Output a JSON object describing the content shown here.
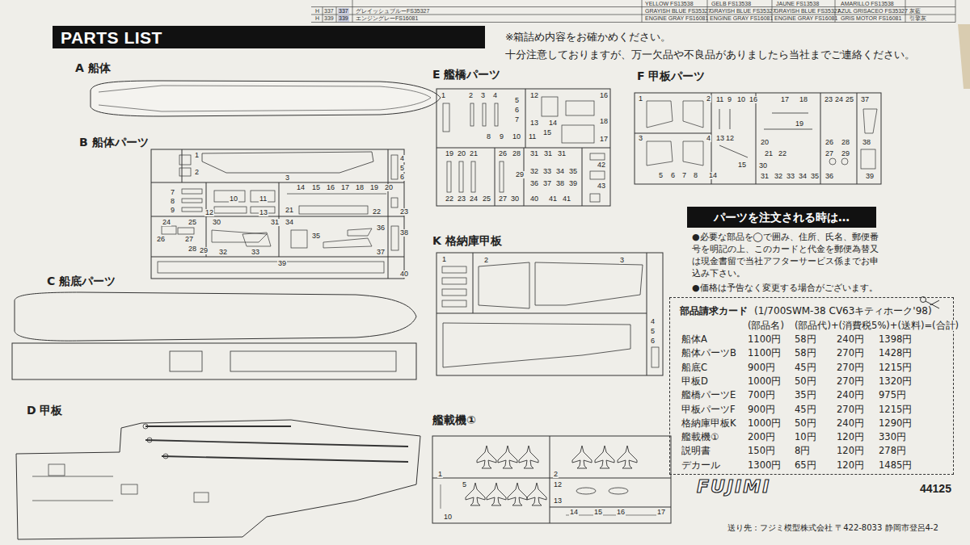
{
  "diagram": {
    "nodes": [
      {
        "text": [
          "PARTS LIST"
        ]
      },
      {
        "text": [
          "パーツを注文される時は…"
        ]
      },
      {
        "text": [
          "部品請求カード",
          "(1/700SWM-38 CV63キティホーク'98)"
        ]
      }
    ],
    "labels": [
      "YELLOW FS13538",
      "GELB FS13538",
      "JAUNE FS13538",
      "AMARILLO FS13538",
      "H",
      "337",
      "337",
      "グレイッシュブルーFS35327",
      "GRAYISH BLUE FS35327",
      "GRAYISH BLUE FS35327",
      "GRAYISH BLUE FS35327",
      "AZUL GRISACEO FS35327",
      "灰藍",
      "H",
      "339",
      "339",
      "エンジングレーFS16081",
      "ENGINE GRAY FS16081",
      "ENGINE GRAY FS16081",
      "ENGINE GRAY FS16081",
      "GRIS MOTOR FS16081",
      "引擎灰",
      "※箱詰め内容をお確かめください。",
      "十分注意しておりますが、万一欠品や不良品がありましたら当社までご連絡ください。",
      "A 船体",
      "B 船体パーツ",
      "C 船底パーツ",
      "D 甲板",
      "E 艦橋パーツ",
      "F 甲板パーツ",
      "K 格納庫甲板",
      "艦載機①",
      "1",
      "2",
      "3",
      "4",
      "5",
      "6",
      "7",
      "8",
      "9",
      "10",
      "11",
      "12",
      "13",
      "14",
      "15",
      "16",
      "17",
      "18",
      "19",
      "20",
      "21",
      "22",
      "23",
      "24",
      "25",
      "26",
      "27",
      "28",
      "29",
      "30",
      "31",
      "32",
      "33",
      "34",
      "35",
      "36",
      "37",
      "38",
      "39",
      "40",
      "1",
      "2",
      "3",
      "4",
      "5",
      "6",
      "7",
      "8",
      "9",
      "10",
      "11",
      "12",
      "13",
      "14",
      "15",
      "16",
      "17",
      "18",
      "19",
      "20",
      "21",
      "22",
      "23",
      "24",
      "25",
      "26",
      "27",
      "28",
      "29",
      "30",
      "31",
      "31",
      "31",
      "32",
      "33",
      "34",
      "35",
      "36",
      "37",
      "38",
      "39",
      "40",
      "41",
      "41",
      "42",
      "43",
      "1",
      "2",
      "3",
      "4",
      "5",
      "6",
      "7",
      "8",
      "9",
      "10",
      "11",
      "12",
      "13",
      "14",
      "15",
      "16",
      "17",
      "18",
      "19",
      "20",
      "21",
      "22",
      "23",
      "24",
      "25",
      "26",
      "27",
      "28",
      "29",
      "30",
      "31",
      "32",
      "33",
      "34",
      "35",
      "36",
      "37",
      "38",
      "39",
      "1",
      "2",
      "3",
      "4",
      "5",
      "6",
      "1",
      "2",
      "5",
      "10",
      "12",
      "13",
      "14",
      "15",
      "16",
      "17",
      "●必要な部品を◯で囲み、住所、氏名、郵便番号を明記の上、このカードと代金を郵便為替又は現金書留で当社アフターサービス係までお申込み下さい。",
      "●価格は予告なく変更する場合がございます。",
      "(部品名)",
      "(部品代)+(消費税5%)+(送料)=(合計)",
      "船体A",
      "1100円",
      "58円",
      "240円",
      "1398円",
      "船体パーツB",
      "1100円",
      "58円",
      "270円",
      "1428円",
      "船底C",
      "900円",
      "45円",
      "270円",
      "1215円",
      "甲板D",
      "1000円",
      "50円",
      "270円",
      "1320円",
      "艦橋パーツE",
      "700円",
      "35円",
      "240円",
      "975円",
      "甲板パーツF",
      "900円",
      "45円",
      "270円",
      "1215円",
      "格納庫甲板K",
      "1000円",
      "50円",
      "240円",
      "1290円",
      "艦載機①",
      "200円",
      "10円",
      "120円",
      "330円",
      "説明書",
      "150円",
      "8円",
      "120円",
      "278円",
      "デカール",
      "1300円",
      "65円",
      "120円",
      "1485円",
      "FUJIMI",
      "44125",
      "送り先：フジミ模型株式会社 〒422-8033 静岡市登呂4-2"
    ]
  }
}
